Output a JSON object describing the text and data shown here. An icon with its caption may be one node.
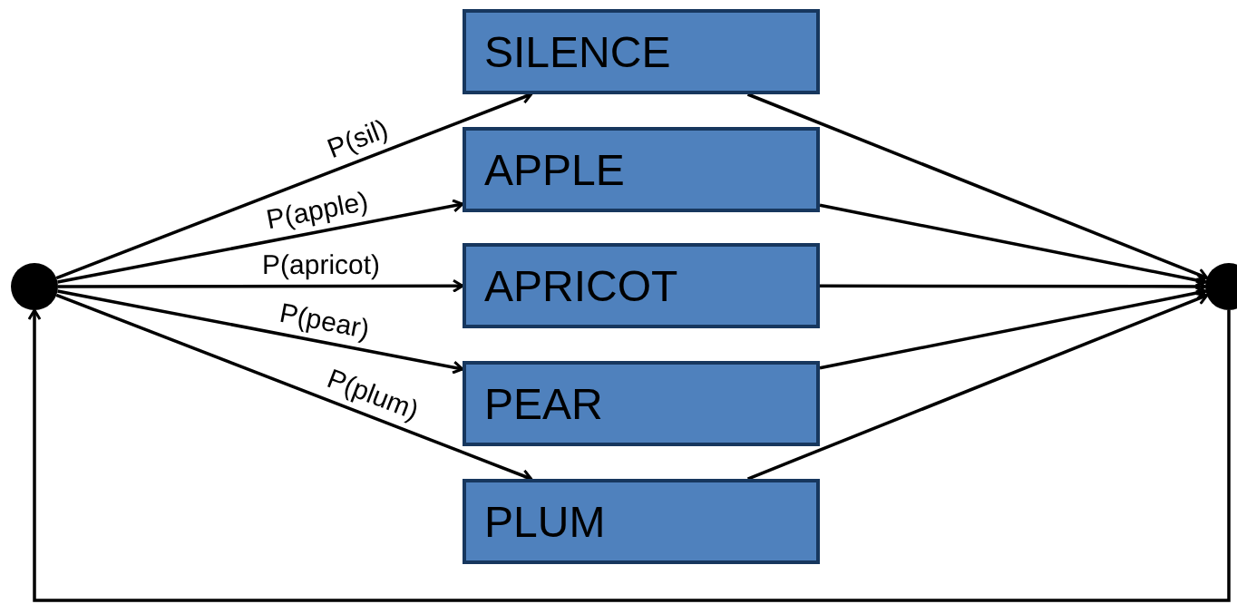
{
  "diagram": {
    "nodes": [
      {
        "text": [],
        "shape": "circle"
      },
      {
        "text": [
          "SILENCE"
        ]
      },
      {
        "text": [
          "APPLE"
        ]
      },
      {
        "text": [
          "APRICOT"
        ]
      },
      {
        "text": [
          "PEAR"
        ]
      },
      {
        "text": [
          "PLUM"
        ]
      },
      {
        "text": [],
        "shape": "circle"
      }
    ],
    "edges": [
      {
        "from": 0,
        "to": 1,
        "arrow": "to",
        "label": "P(sil)"
      },
      {
        "from": 0,
        "to": 2,
        "arrow": "to",
        "label": "P(apple)"
      },
      {
        "from": 0,
        "to": 3,
        "arrow": "to",
        "label": "P(apricot)"
      },
      {
        "from": 0,
        "to": 4,
        "arrow": "to",
        "label": "P(pear)"
      },
      {
        "from": 0,
        "to": 5,
        "arrow": "to",
        "label": "P(plum)"
      },
      {
        "from": 1,
        "to": 6,
        "arrow": "to"
      },
      {
        "from": 2,
        "to": 6,
        "arrow": "to"
      },
      {
        "from": 3,
        "to": 6,
        "arrow": "to"
      },
      {
        "from": 4,
        "to": 6,
        "arrow": "to"
      },
      {
        "from": 5,
        "to": 6,
        "arrow": "to"
      },
      {
        "from": 6,
        "to": 0,
        "arrow": "to"
      }
    ]
  }
}
